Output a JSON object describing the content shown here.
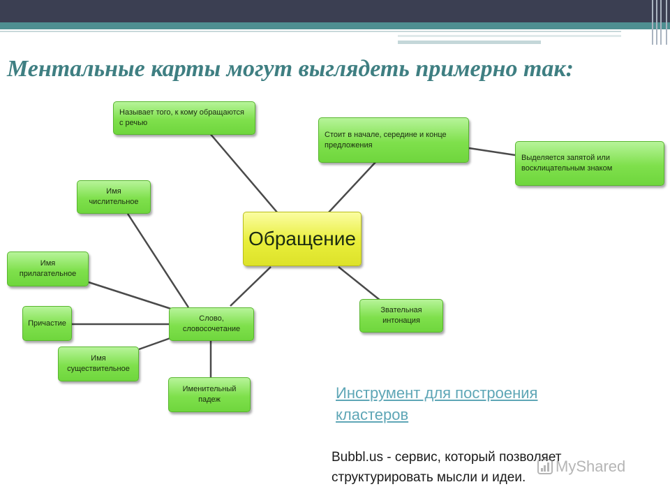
{
  "slide": {
    "title": "Ментальные карты могут выглядеть примерно так:",
    "link_text": "Инструмент для построения кластеров",
    "description": "Bubbl.us - сервис, который позволяет структурировать мысли и идеи.",
    "watermark": "MyShared"
  },
  "mindmap": {
    "center": "Обращение",
    "branches": {
      "calls": "Называет того, к кому обращаются с речью",
      "position": "Стоит в начале, середине и конце предложения",
      "separated": "Выделяется запятой или восклицательным знаком",
      "intonation": "Звательная интонация",
      "word": "Слово, словосочетание",
      "numeral": "Имя числительное",
      "adjective": "Имя прилагательное",
      "participle": "Причастие",
      "noun": "Имя существительное",
      "nominative": "Именительный падеж"
    }
  },
  "colors": {
    "node_green": "#7fe04c",
    "node_yellow": "#e8ee3a",
    "title": "#3f7f82",
    "link": "#5ea6b6",
    "header_dark": "#3b3f52",
    "header_teal": "#4e8f91"
  }
}
